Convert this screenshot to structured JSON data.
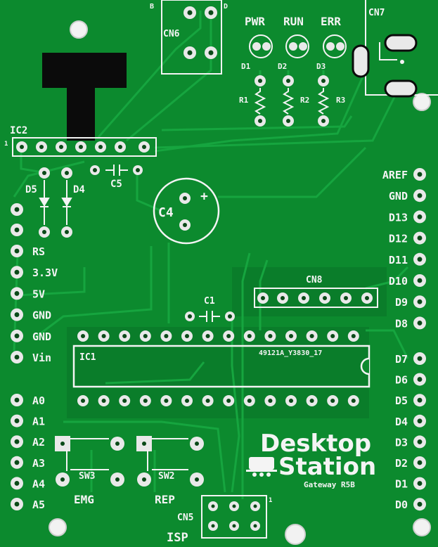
{
  "board": {
    "colors": {
      "pcb": "#0c8a2e",
      "trace": "#13a33c",
      "ground_fill": "#0a7a28",
      "silkscreen": "#f4f4f4",
      "pad": "#e9e9e9",
      "hole": "#0a4a18"
    },
    "labels": {
      "cn6": "CN6",
      "cn6_pin_b": "B",
      "cn6_pin_d": "D",
      "cn7": "CN7",
      "pwr": "PWR",
      "run": "RUN",
      "err": "ERR",
      "d1": "D1",
      "d2": "D2",
      "d3": "D3",
      "r1": "R1",
      "r2": "R2",
      "r3": "R3",
      "ic2": "IC2",
      "ic2_pin1": "1",
      "d5": "D5",
      "d4": "D4",
      "c5": "C5",
      "c4": "C4",
      "c4_plus": "+",
      "c1": "C1",
      "cn8": "CN8",
      "ic1": "IC1",
      "ic1_part": "49121A_Y3830_17",
      "sw3": "SW3",
      "sw2": "SW2",
      "emg": "EMG",
      "rep": "REP",
      "cn5": "CN5",
      "cn5_pin1": "1",
      "isp": "ISP",
      "brand1": "Desktop",
      "brand2": "Station",
      "version": "Gateway R5B"
    },
    "left_header": [
      "RS",
      "3.3V",
      "5V",
      "GND",
      "GND",
      "Vin"
    ],
    "analog_header": [
      "A0",
      "A1",
      "A2",
      "A3",
      "A4",
      "A5"
    ],
    "right_header_top": [
      "AREF",
      "GND",
      "D13",
      "D12",
      "D11",
      "D10",
      "D9",
      "D8"
    ],
    "right_header_bottom": [
      "D7",
      "D6",
      "D5",
      "D4",
      "D3",
      "D2",
      "D1",
      "D0"
    ]
  }
}
